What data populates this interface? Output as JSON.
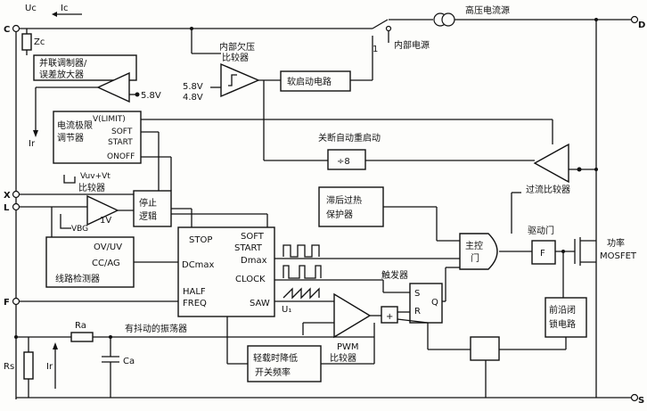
{
  "pins": {
    "C": "C",
    "D": "D",
    "X": "X",
    "L": "L",
    "F": "F",
    "S": "S"
  },
  "labels": {
    "uc": "Uc",
    "ic": "Ic",
    "zc": "Zc",
    "ir_top": "Ir",
    "ir_bottom": "Ir",
    "rs": "Rs",
    "ra": "Ra",
    "ca": "Ca",
    "u1": "U₁"
  },
  "blocks": {
    "shunt_regulator": [
      "并联调制器/",
      "误差放大器"
    ],
    "shunt_ref": "5.8V",
    "uv_comparator": [
      "内部欠压",
      "比较器"
    ],
    "uv_thresholds": [
      "5.8V",
      "4.8V"
    ],
    "soft_start_circuit": "软启动电路",
    "hv_source": "高压电流源",
    "internal_supply": "内部电源",
    "switch_node": "1",
    "current_limit_reg": [
      "电流极限",
      "调节器"
    ],
    "reg_outputs": [
      "V(LIMIT)",
      "SOFT",
      "START",
      "ONOFF"
    ],
    "shutdown_restart": "关断自动重启动",
    "div8": "÷8",
    "ov_comparator": "过流比较器",
    "ovp_label": "Vuv+Vt",
    "comparator_label": "比较器",
    "v1": "1V",
    "vbg": "VBG",
    "stop_logic": [
      "停止",
      "逻辑"
    ],
    "line_detect_pins": [
      "OV/UV",
      "CC/AG"
    ],
    "line_detector": "线路检测器",
    "thermal_shutdown": [
      "滞后过热",
      "保护器"
    ],
    "main_gate": [
      "主控",
      "门"
    ],
    "driver": "驱动门",
    "driver_f": "F",
    "power_mosfet": [
      "功率",
      "MOSFET"
    ],
    "oscillator": {
      "stop": "STOP",
      "soft": "SOFT",
      "start": "START",
      "dcmax": "DCmax",
      "dmax": "Dmax",
      "clock": "CLOCK",
      "half": "HALF",
      "freq": "FREQ",
      "saw": "SAW"
    },
    "trigger": "触发器",
    "sr_pins": [
      "S",
      "R",
      "Q"
    ],
    "plus": "+",
    "pwm_comparator": [
      "PWM",
      "比较器"
    ],
    "leading_edge_blank": [
      "前沿闭",
      "锁电路"
    ],
    "jitter_oscillator": "有抖动的振荡器",
    "light_load": [
      "轻载时降低",
      "开关频率"
    ]
  }
}
